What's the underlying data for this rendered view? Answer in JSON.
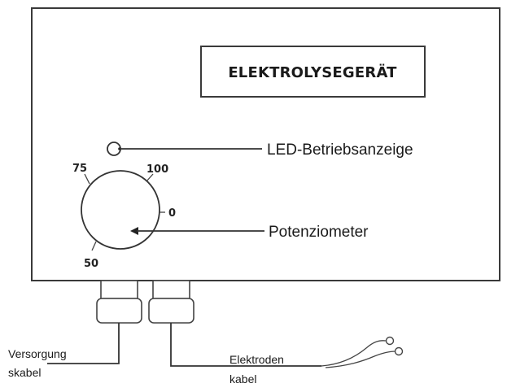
{
  "device": {
    "title": "ELEKTROLYSEGERÄT"
  },
  "callouts": {
    "led": "LED-Betriebsanzeige",
    "potentiometer": "Potenziometer"
  },
  "dial": {
    "scale_75": "75",
    "scale_100": "100",
    "scale_0": "0",
    "scale_50": "50"
  },
  "cables": {
    "supply_line1": "Versorgung",
    "supply_line2": "skabel",
    "electrode_line1": "Elektroden",
    "electrode_line2": "kabel"
  }
}
